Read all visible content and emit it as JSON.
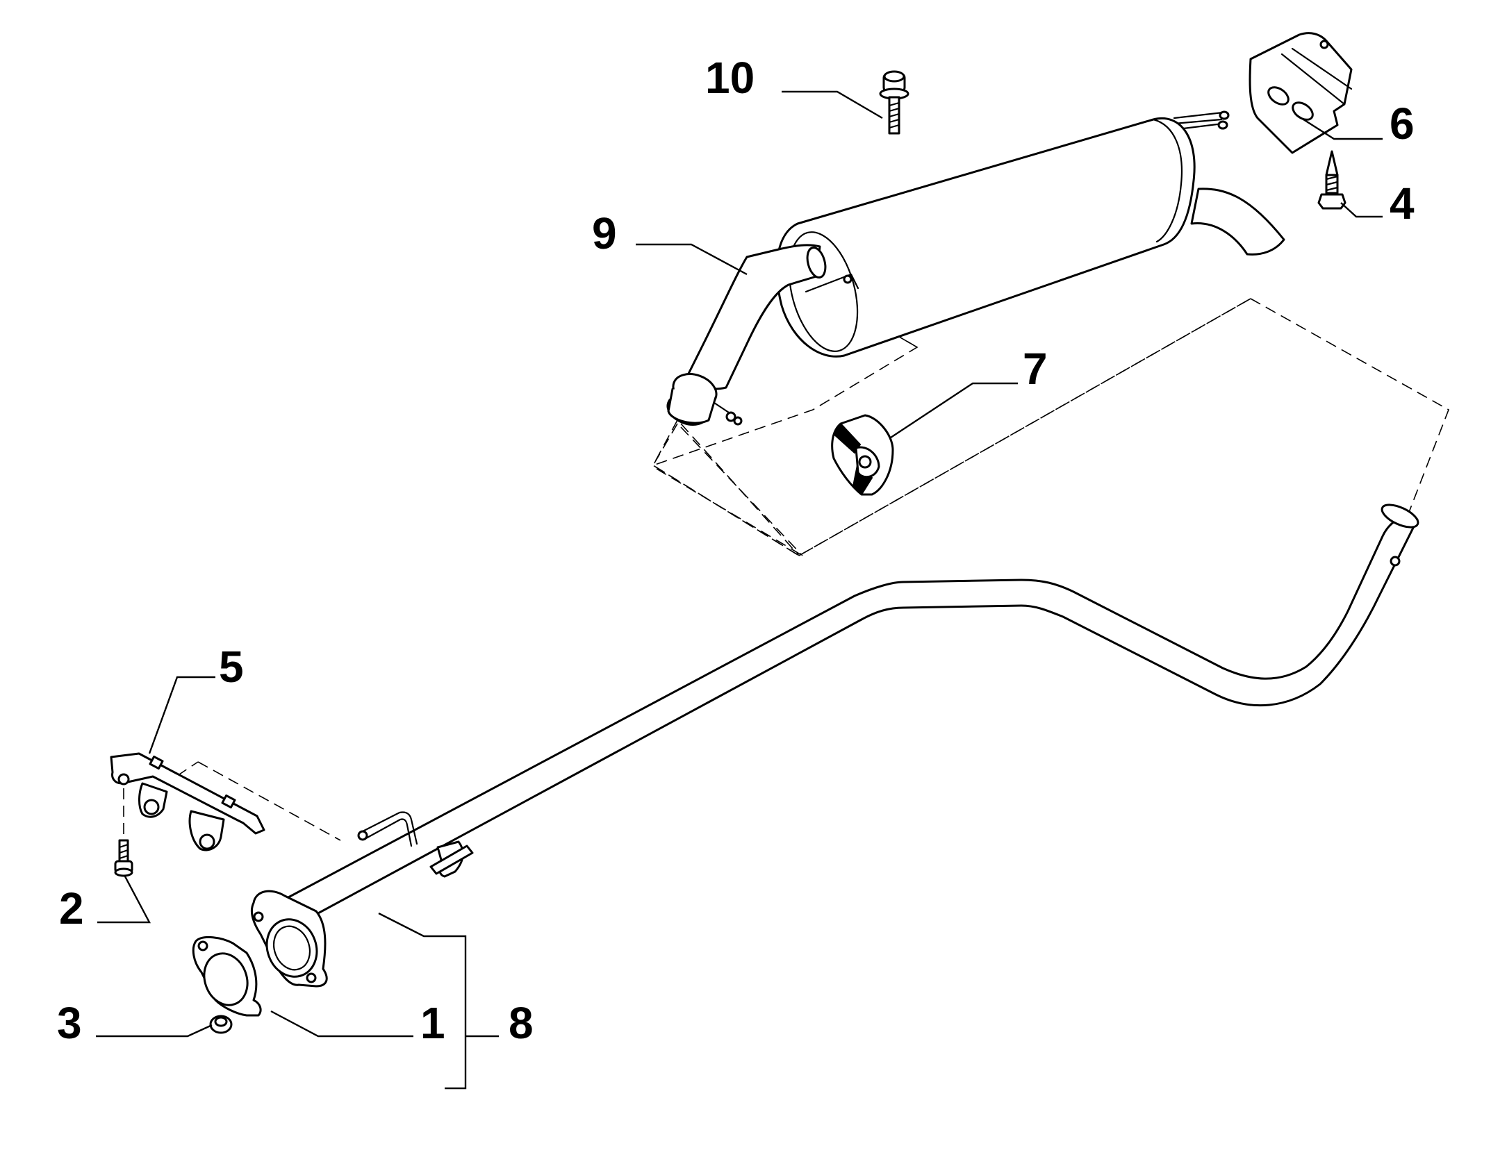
{
  "diagram": {
    "type": "exploded parts diagram",
    "subject": "exhaust system",
    "line_color": "#000000",
    "background": "#ffffff",
    "callouts": [
      {
        "id": "1",
        "label": "1"
      },
      {
        "id": "2",
        "label": "2"
      },
      {
        "id": "3",
        "label": "3"
      },
      {
        "id": "4",
        "label": "4"
      },
      {
        "id": "5",
        "label": "5"
      },
      {
        "id": "6",
        "label": "6"
      },
      {
        "id": "7",
        "label": "7"
      },
      {
        "id": "8",
        "label": "8"
      },
      {
        "id": "9",
        "label": "9"
      },
      {
        "id": "10",
        "label": "10"
      }
    ]
  }
}
